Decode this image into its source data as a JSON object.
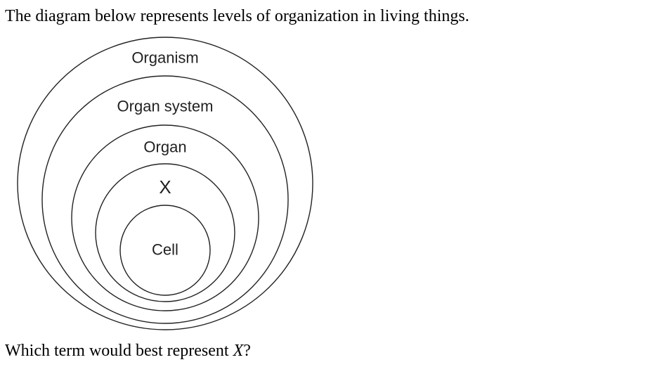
{
  "intro": "The diagram below represents levels of organization in living things.",
  "diagram": {
    "levels": [
      "Organism",
      "Organ system",
      "Organ",
      "X",
      "Cell"
    ]
  },
  "question": {
    "prefix": "Which term would best represent ",
    "variable": "X",
    "suffix": "?"
  }
}
